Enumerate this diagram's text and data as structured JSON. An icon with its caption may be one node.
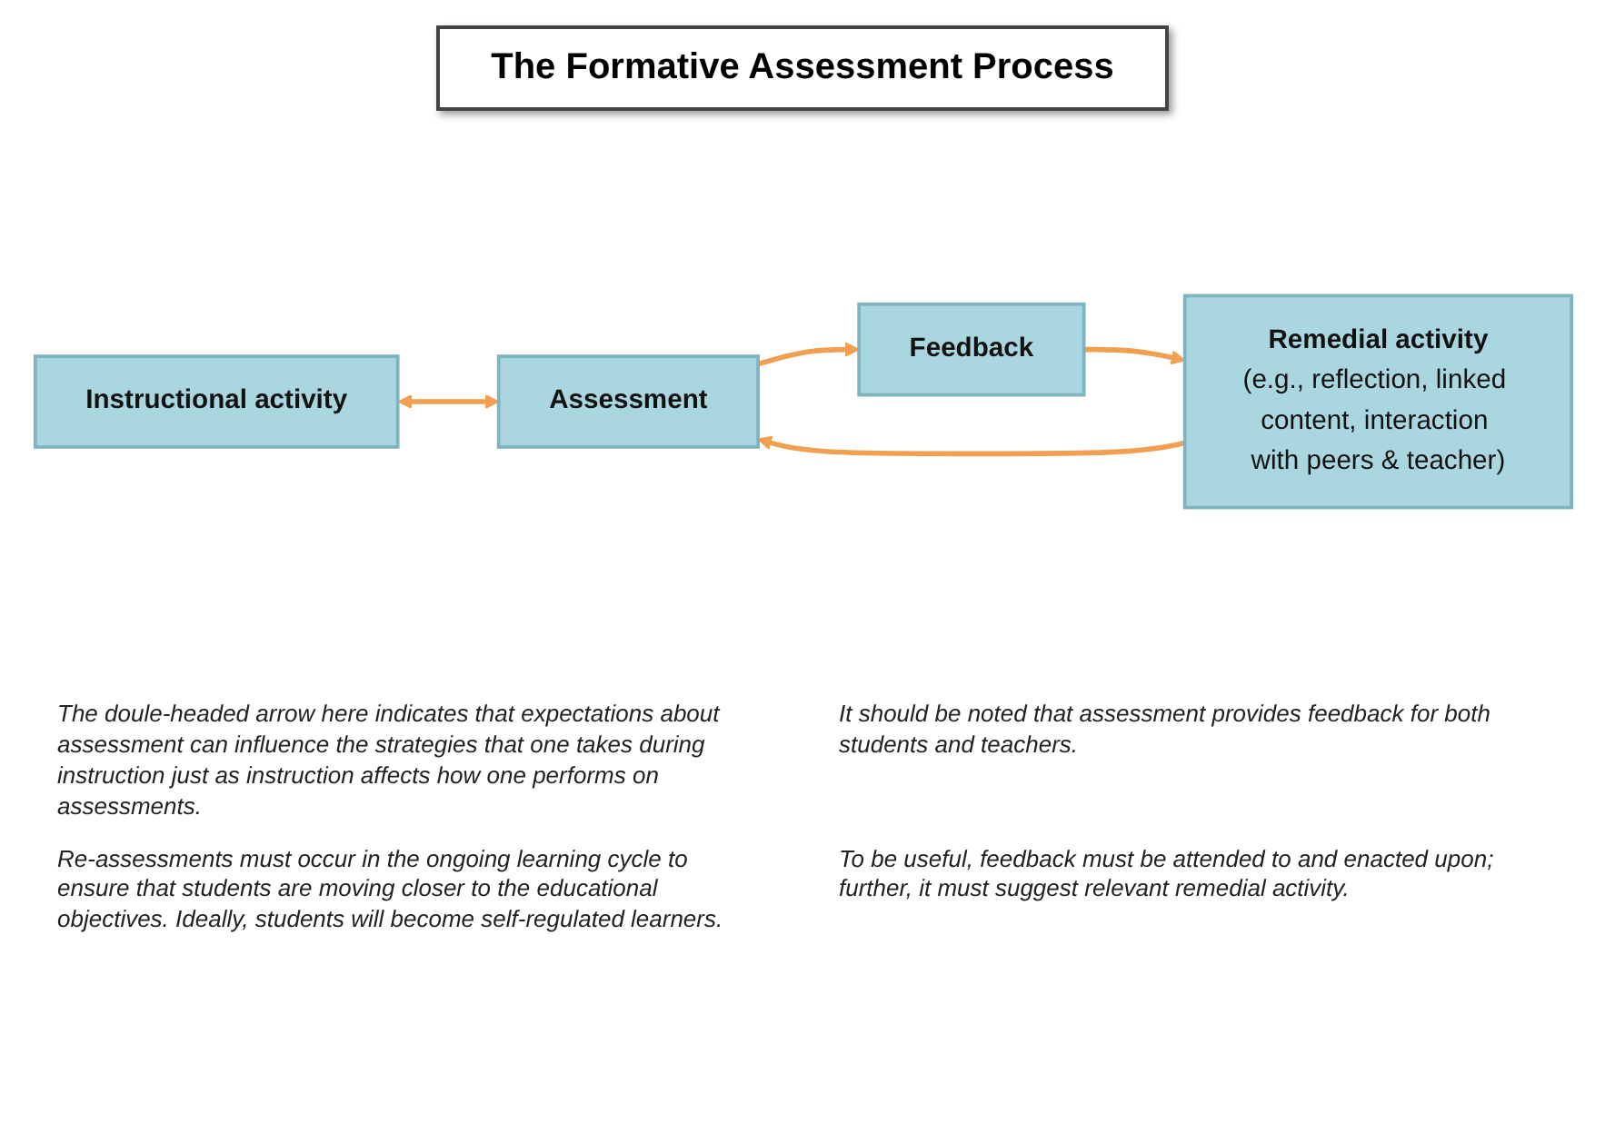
{
  "diagram": {
    "title": "The Formative Assessment Process",
    "nodes": [
      {
        "text": [
          "Instructional activity"
        ]
      },
      {
        "text": [
          "Assessment"
        ]
      },
      {
        "text": [
          "Feedback"
        ]
      },
      {
        "text": [
          "Remedial activity",
          "(e.g., reflection, linked content, interaction with peers & teacher)"
        ]
      }
    ],
    "edges": [
      {
        "from": 0,
        "to": 1,
        "arrow": "both"
      },
      {
        "from": 1,
        "to": 2,
        "arrow": "to"
      },
      {
        "from": 2,
        "to": 3,
        "arrow": "to"
      },
      {
        "from": 3,
        "to": 1,
        "arrow": "to"
      }
    ],
    "labels": [
      "The doule-headed arrow here indicates that expectations about assessment can influence the strategies that one takes during instruction just as instruction affects how one performs on assessments.",
      "It should be noted that assessment provides feedback for both students and teachers.",
      "Re-assessments must occur in the ongoing learning cycle to ensure that students are moving closer to the educational objectives. Ideally, students will become self-regulated learners.",
      "To be useful, feedback must be attended to and enacted upon; further, it must suggest relevant remedial activity."
    ]
  }
}
